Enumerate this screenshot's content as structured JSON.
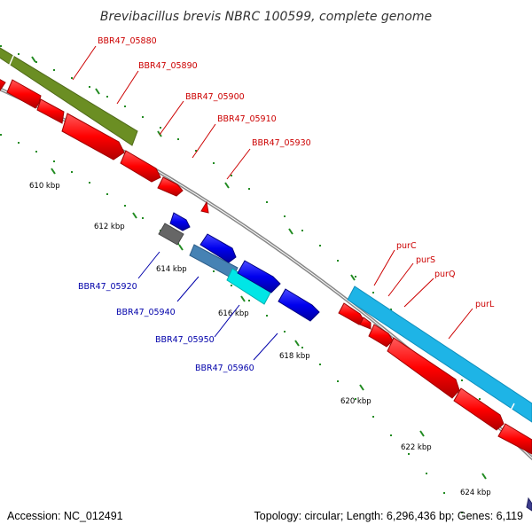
{
  "title": "Brevibacillus brevis NBRC 100599, complete genome",
  "footer": {
    "accession": "Accession: NC_012491",
    "summary": "Topology: circular; Length: 6,296,436 bp; Genes: 6,119"
  },
  "ticks": [
    "610 kbp",
    "612 kbp",
    "614 kbp",
    "616 kbp",
    "618 kbp",
    "620 kbp",
    "622 kbp",
    "624 kbp"
  ],
  "forward_labels": [
    "BBR47_05880",
    "BBR47_05890",
    "BBR47_05900",
    "BBR47_05910",
    "BBR47_05930",
    "purC",
    "purS",
    "purQ",
    "purL"
  ],
  "reverse_labels": [
    "BBR47_05920",
    "BBR47_05940",
    "BBR47_05950",
    "BBR47_05960"
  ],
  "colors": {
    "backbone": "#8c8c8c",
    "forward_gene": "#ff0000",
    "reverse_gene": "#0000ee",
    "cog_green": "#6b8e23",
    "cog_skyblue": "#1eb4e6",
    "cog_cyan": "#00e6e6",
    "cog_steel": "#4682b4",
    "cog_grey": "#666666",
    "tick_green": "#228b22",
    "label_red": "#cc0000",
    "label_blue": "#0000aa"
  }
}
